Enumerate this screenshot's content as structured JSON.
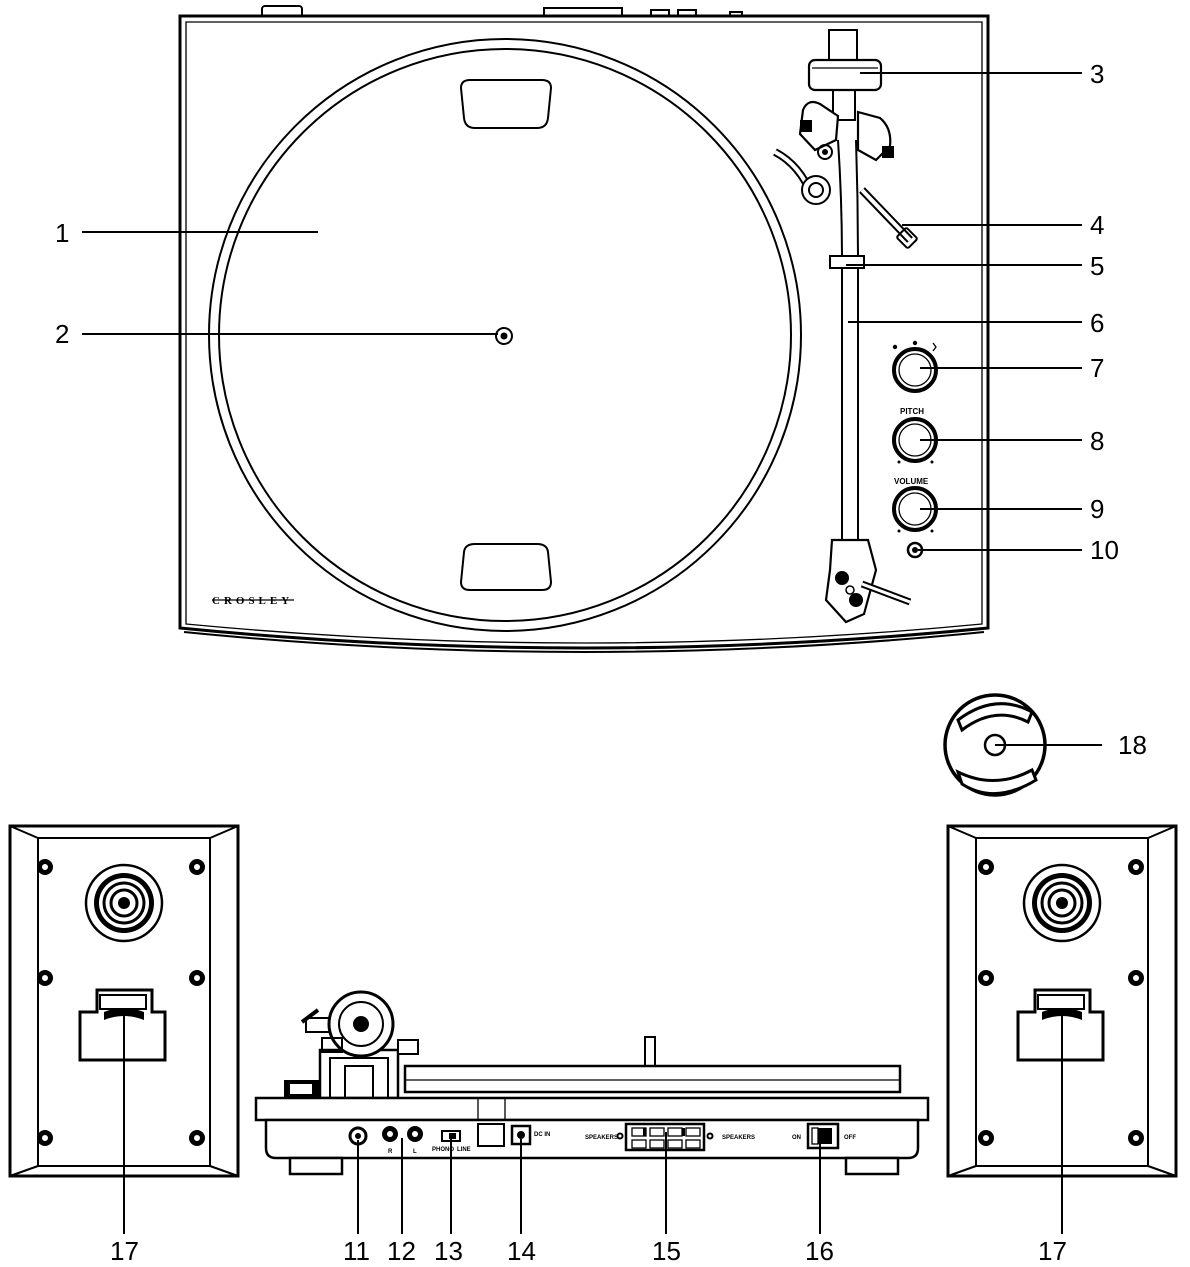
{
  "brand": "CROSLEY",
  "knob_labels": {
    "pitch": "PITCH",
    "volume": "VOLUME"
  },
  "rear_labels": {
    "speakers_r": "SPEAKERS",
    "speakers_l": "SPEAKERS",
    "on": "ON",
    "off": "OFF",
    "phono": "PHONO",
    "line": "LINE",
    "dc": "DC IN",
    "r": "R",
    "l": "L"
  },
  "callouts": {
    "c1": "1",
    "c2": "2",
    "c3": "3",
    "c4": "4",
    "c5": "5",
    "c6": "6",
    "c7": "7",
    "c8": "8",
    "c9": "9",
    "c10": "10",
    "c11": "11",
    "c12": "12",
    "c13": "13",
    "c14": "14",
    "c15": "15",
    "c16": "16",
    "c17_left": "17",
    "c17_right": "17",
    "c18": "18"
  }
}
